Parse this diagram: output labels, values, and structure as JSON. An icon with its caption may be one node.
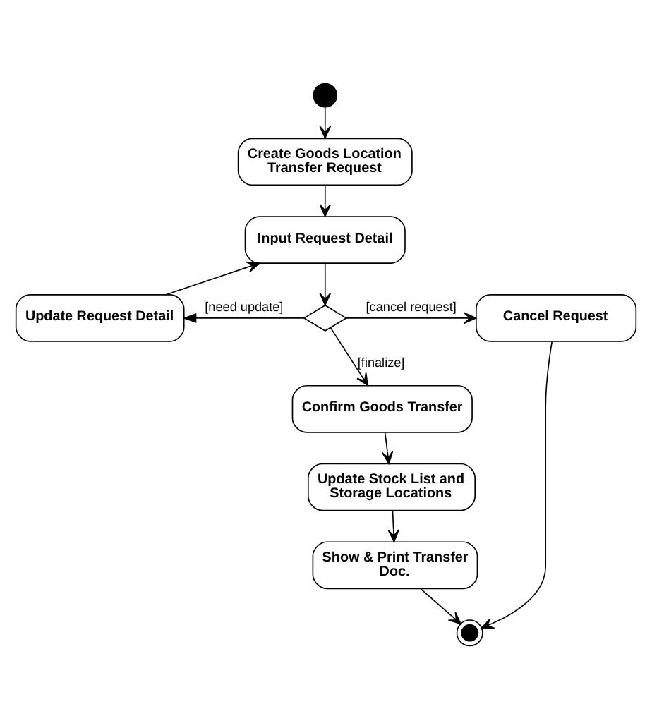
{
  "diagram": {
    "nodes": [
      {
        "text": [],
        "shape": "circle"
      },
      {
        "text": [
          "Create Goods Location Transfer Request"
        ]
      },
      {
        "text": [
          "Input Request Detail"
        ]
      },
      {
        "text": [],
        "shape": "diamond"
      },
      {
        "text": [
          "Update Request Detail"
        ]
      },
      {
        "text": [
          "Cancel Request"
        ]
      },
      {
        "text": [
          "Confirm Goods Transfer"
        ]
      },
      {
        "text": [
          "Update Stock List and Storage Locations"
        ]
      },
      {
        "text": [
          "Show & Print Transfer Doc."
        ]
      },
      {
        "text": [],
        "shape": "circle"
      }
    ],
    "edges": [
      {
        "from": 0,
        "to": 1,
        "arrow": "to"
      },
      {
        "from": 1,
        "to": 2,
        "arrow": "to"
      },
      {
        "from": 2,
        "to": 3,
        "arrow": "to"
      },
      {
        "from": 3,
        "to": 4,
        "label": "[need update]",
        "arrow": "to"
      },
      {
        "from": 4,
        "to": 2,
        "arrow": "to"
      },
      {
        "from": 3,
        "to": 5,
        "label": "[cancel request]",
        "arrow": "to"
      },
      {
        "from": 3,
        "to": 6,
        "label": "[finalize]",
        "arrow": "to"
      },
      {
        "from": 6,
        "to": 7,
        "arrow": "to"
      },
      {
        "from": 7,
        "to": 8,
        "arrow": "to"
      },
      {
        "from": 8,
        "to": 9,
        "arrow": "to"
      },
      {
        "from": 5,
        "to": 9,
        "arrow": "to"
      }
    ]
  }
}
